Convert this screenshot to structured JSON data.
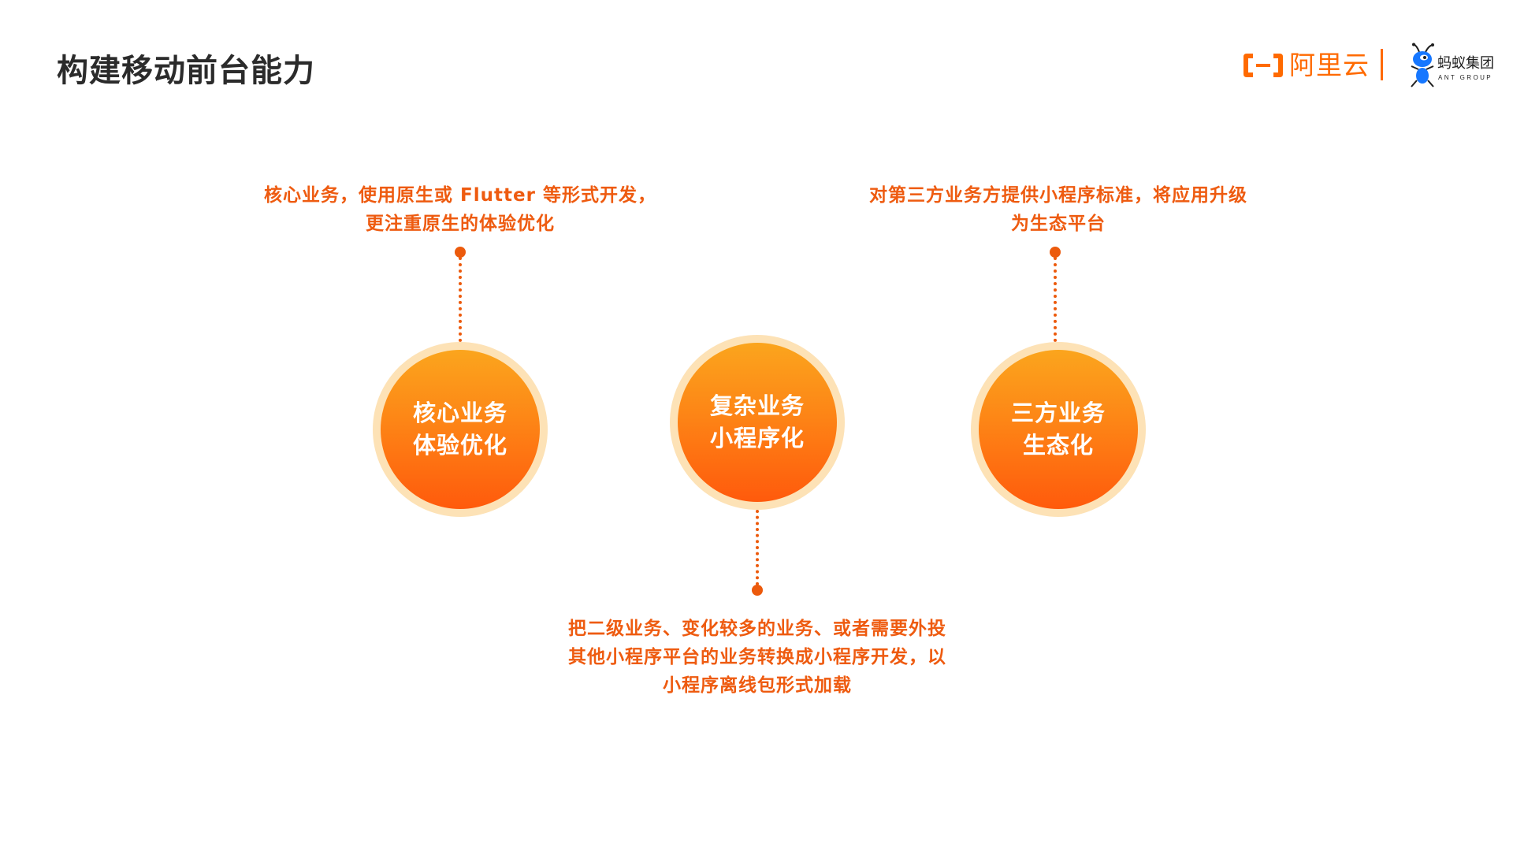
{
  "slide": {
    "title": "构建移动前台能力"
  },
  "logos": {
    "aliyun": {
      "icon": "aliyun-bracket-icon",
      "text": "阿里云",
      "color": "#ff6a00"
    },
    "divider_color": "#ff6a00",
    "ant_group": {
      "icon": "ant-mascot-icon",
      "text_cn": "蚂蚁集团",
      "text_en": "ANT GROUP",
      "mascot_color": "#1677ff"
    }
  },
  "colors": {
    "accent": "#ee5b10",
    "ring": "#fde2b6",
    "gradient_top": "#fba51d",
    "gradient_bottom": "#ff5a0c",
    "title": "#2b2b2b"
  },
  "nodes": [
    {
      "id": "core",
      "lines": [
        "核心业务",
        "体验优化"
      ],
      "annotation_position": "top",
      "annotation": [
        "核心业务，使用原生或 Flutter 等形式开发，",
        "更注重原生的体验优化"
      ]
    },
    {
      "id": "complex",
      "lines": [
        "复杂业务",
        "小程序化"
      ],
      "annotation_position": "bottom",
      "annotation": [
        "把二级业务、变化较多的业务、或者需要外投",
        "其他小程序平台的业务转换成小程序开发，以",
        "小程序离线包形式加载"
      ]
    },
    {
      "id": "third-party",
      "lines": [
        "三方业务",
        "生态化"
      ],
      "annotation_position": "top",
      "annotation": [
        "对第三方业务方提供小程序标准，将应用升级",
        "为生态平台"
      ]
    }
  ]
}
